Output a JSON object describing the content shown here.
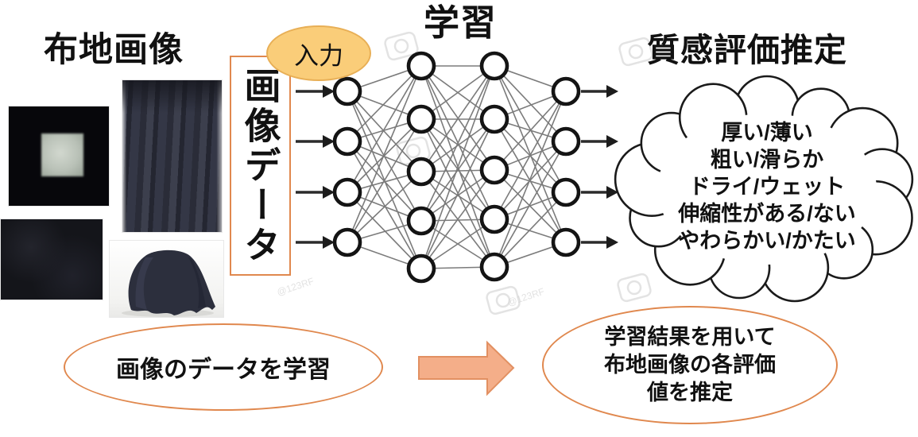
{
  "headings": {
    "fabric_images": "布地画像",
    "learning": "学習",
    "texture_estimation": "質感評価推定"
  },
  "labels": {
    "input": "入力",
    "image_data": "画像データ"
  },
  "cloud_lines": [
    "厚い/薄い",
    "粗い/滑らか",
    "ドライ/ウェット",
    "伸縮性がある/ない",
    "やわらかい/かたい"
  ],
  "process": {
    "train": "画像のデータを学習",
    "estimate_lines": [
      "学習結果を用いて",
      "布地画像の各評価",
      "値を推定"
    ]
  },
  "network": {
    "layers": [
      4,
      5,
      5,
      4
    ],
    "input_arrows": 4,
    "output_arrows": 4
  },
  "watermark": "@123RF",
  "colors": {
    "accent_orange": "#E0884E",
    "badge_fill": "#FACD79",
    "badge_border": "#E8AF56",
    "arrow_fill": "#F4AE89",
    "arrow_stroke": "#E29062"
  }
}
